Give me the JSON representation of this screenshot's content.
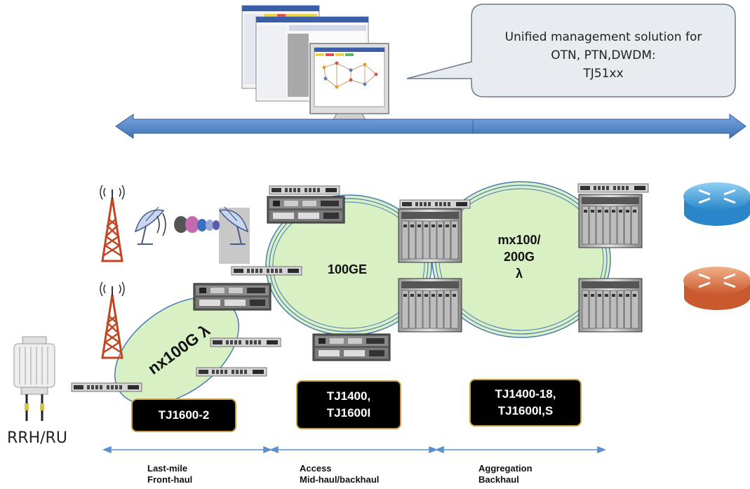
{
  "callout": {
    "line1": "Unified management solution for",
    "line2": "OTN, PTN,DWDM:",
    "line3": "TJ51xx"
  },
  "rings": {
    "fronthaul": "nx100G λ",
    "access": "100GE",
    "aggregation_line1": "mx100/",
    "aggregation_line2": "200G",
    "aggregation_line3": "λ"
  },
  "products": {
    "fronthaul": "TJ1600-2",
    "access_line1": "TJ1400,",
    "access_line2": "TJ1600I",
    "aggregation_line1": "TJ1400-18,",
    "aggregation_line2": "TJ1600I,S"
  },
  "rrh_label": "RRH/RU",
  "segments": {
    "lastmile_line1": "Last-mile",
    "lastmile_line2": "Front-haul",
    "access_line1": "Access",
    "access_line2": "Mid-haul/backhaul",
    "aggregation_line1": "Aggregation",
    "aggregation_line2": "Backhaul"
  },
  "colors": {
    "ring_fill": "#d8f0c4",
    "ring_stroke": "#4a7ab8",
    "arrow_blue": "#5b8fd0",
    "product_box": "#000000",
    "product_border": "#c8a24a",
    "router_blue": "#3d9ad6",
    "router_orange": "#d9734a",
    "tower_orange": "#c0461f"
  }
}
